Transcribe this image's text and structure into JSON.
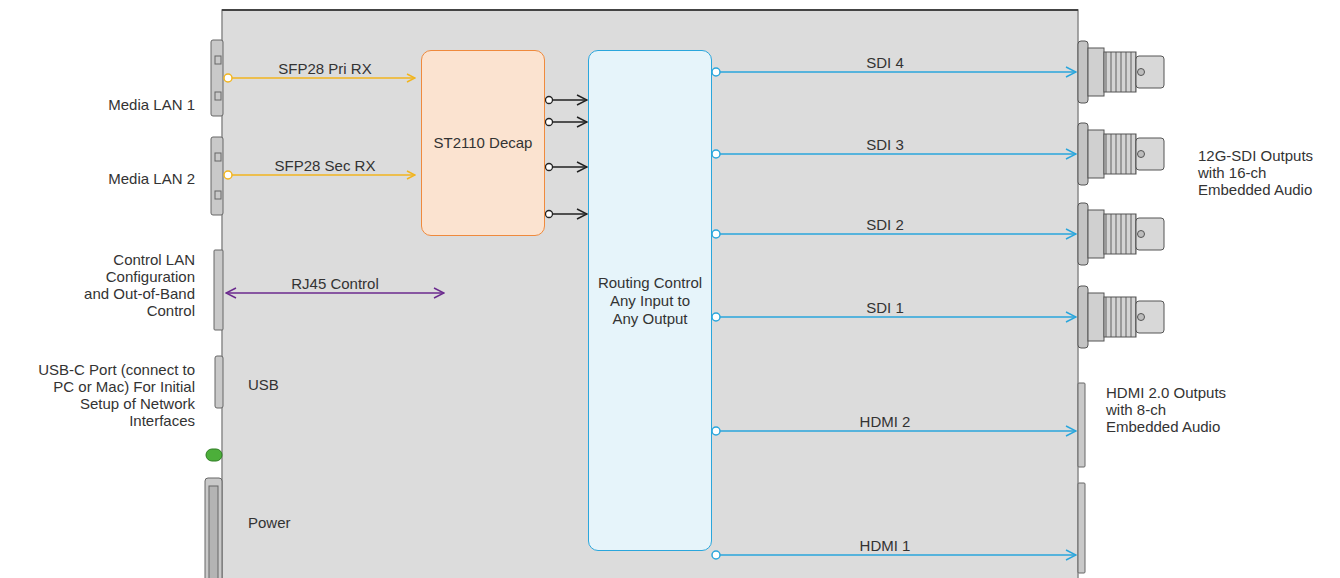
{
  "diagram": {
    "nodes": [
      {
        "text": [
          "ST2110 Decap"
        ]
      },
      {
        "text": [
          "Routing Control Any Input to Any Output"
        ]
      }
    ],
    "edges": [
      {
        "from": 0,
        "to": 1,
        "arrow": "to"
      },
      {
        "from": 0,
        "to": 1,
        "arrow": "to"
      },
      {
        "from": 0,
        "to": 1,
        "arrow": "to"
      },
      {
        "from": 0,
        "to": 1,
        "arrow": "to"
      }
    ],
    "labels": [
      "Media LAN 1",
      "SFP28 Pri RX",
      "Media LAN 2",
      "SFP28 Sec RX",
      "Control LAN Configuration and Out-of-Band Control",
      "RJ45 Control",
      "USB-C Port (connect to PC or Mac) For Initial Setup of Network Interfaces",
      "USB",
      "Power",
      "SDI 4",
      "SDI 3",
      "SDI 2",
      "SDI 1",
      "HDMI 2",
      "HDMI 1",
      "12G-SDI Outputs with 16-ch Embedded Audio",
      "HDMI 2.0 Outputs with 8-ch Embedded Audio"
    ]
  }
}
